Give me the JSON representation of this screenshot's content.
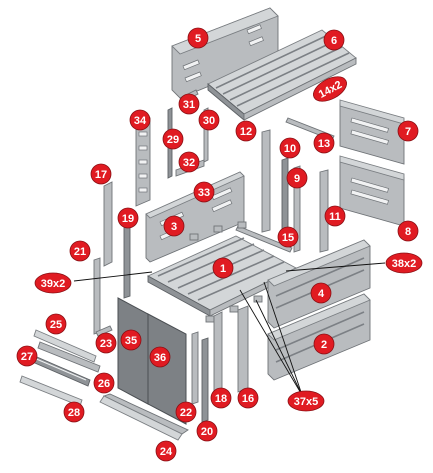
{
  "badge_fill": "#e01b22",
  "badge_stroke": "#ffffff",
  "part_color": "#b9bcbf",
  "door_color": "#7d8185",
  "labels": [
    {
      "id": "p1",
      "text": "1"
    },
    {
      "id": "p2",
      "text": "2"
    },
    {
      "id": "p3",
      "text": "3"
    },
    {
      "id": "p4",
      "text": "4"
    },
    {
      "id": "p5",
      "text": "5"
    },
    {
      "id": "p6",
      "text": "6"
    },
    {
      "id": "p7",
      "text": "7"
    },
    {
      "id": "p8",
      "text": "8"
    },
    {
      "id": "p9",
      "text": "9"
    },
    {
      "id": "p10",
      "text": "10"
    },
    {
      "id": "p11",
      "text": "11"
    },
    {
      "id": "p12",
      "text": "12"
    },
    {
      "id": "p13",
      "text": "13"
    },
    {
      "id": "p14",
      "text": "14x2"
    },
    {
      "id": "p15",
      "text": "15"
    },
    {
      "id": "p16",
      "text": "16"
    },
    {
      "id": "p17",
      "text": "17"
    },
    {
      "id": "p18",
      "text": "18"
    },
    {
      "id": "p19",
      "text": "19"
    },
    {
      "id": "p20",
      "text": "20"
    },
    {
      "id": "p21",
      "text": "21"
    },
    {
      "id": "p22",
      "text": "22"
    },
    {
      "id": "p23",
      "text": "23"
    },
    {
      "id": "p24",
      "text": "24"
    },
    {
      "id": "p25",
      "text": "25"
    },
    {
      "id": "p26",
      "text": "26"
    },
    {
      "id": "p27",
      "text": "27"
    },
    {
      "id": "p28",
      "text": "28"
    },
    {
      "id": "p29",
      "text": "29"
    },
    {
      "id": "p30",
      "text": "30"
    },
    {
      "id": "p31",
      "text": "31"
    },
    {
      "id": "p32",
      "text": "32"
    },
    {
      "id": "p33",
      "text": "33"
    },
    {
      "id": "p34",
      "text": "34"
    },
    {
      "id": "p35",
      "text": "35"
    },
    {
      "id": "p36",
      "text": "36"
    },
    {
      "id": "p37",
      "text": "37x5"
    },
    {
      "id": "p38",
      "text": "38x2"
    },
    {
      "id": "p39",
      "text": "39x2"
    }
  ]
}
